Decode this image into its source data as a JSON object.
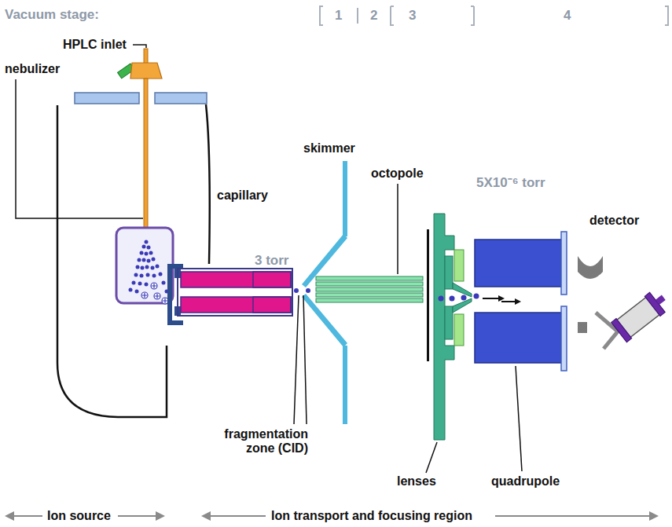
{
  "diagram": {
    "labels": [
      "Vacuum stage:",
      "1",
      "2",
      "3",
      "4",
      "HPLC inlet",
      "nebulizer",
      "skimmer",
      "octopole",
      "5X10⁻⁶ torr",
      "capillary",
      "3 torr",
      "detector",
      "fragmentation zone (CID)",
      "lenses",
      "quadrupole",
      "Ion source",
      "Ion transport and focusing region"
    ]
  }
}
